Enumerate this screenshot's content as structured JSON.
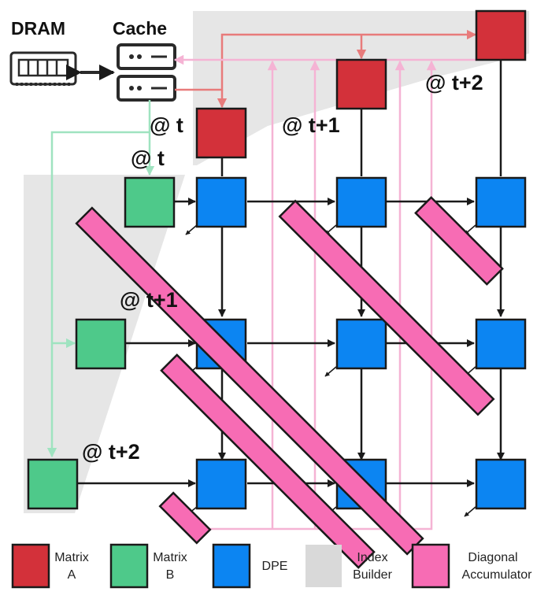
{
  "labels": {
    "dram": "DRAM",
    "cache": "Cache",
    "a_t": "@ t",
    "a_t1": "@ t+1",
    "a_t2": "@ t+2",
    "b_t": "@ t",
    "b_t1": "@ t+1",
    "b_t2": "@ t+2"
  },
  "legend": {
    "matrix_a": [
      "Matrix",
      "A"
    ],
    "matrix_b": [
      "Matrix",
      "B"
    ],
    "dpe": "DPE",
    "index_builder": [
      "Index",
      "Builder"
    ],
    "diag_acc": [
      "Diagonal",
      "Accumulator"
    ]
  },
  "colors": {
    "matrix_a": "#d3313a",
    "matrix_b": "#4ec98a",
    "dpe": "#0c85f2",
    "index_builder": "#d9d9d9",
    "diag_acc": "#f76cb4",
    "dram_cache_outline": "#2a2a2a",
    "a_path": "#e87b7b",
    "b_path": "#9fe3c0",
    "acc_path": "#f5b3d4"
  }
}
